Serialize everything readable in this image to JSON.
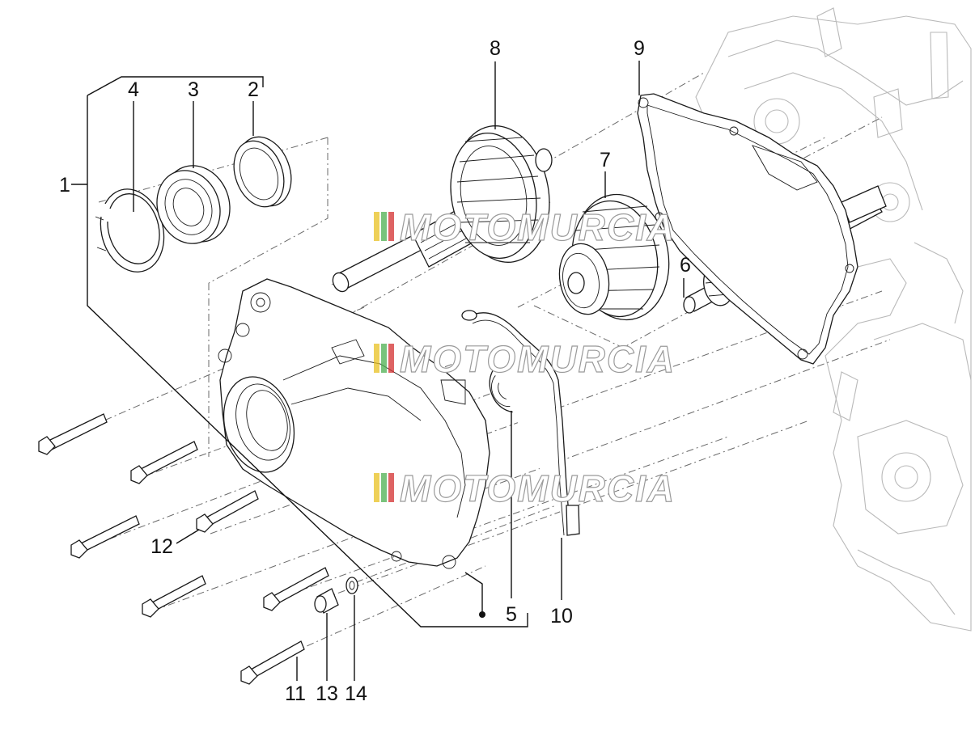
{
  "diagram": {
    "callouts": [
      "1",
      "2",
      "3",
      "4",
      "5",
      "6",
      "7",
      "8",
      "9",
      "10",
      "11",
      "12",
      "13",
      "14"
    ]
  },
  "watermark": {
    "text": "MOTOMURCIA",
    "stripe_colors": [
      "#e8c020",
      "#4caf50",
      "#d32f2f"
    ]
  }
}
